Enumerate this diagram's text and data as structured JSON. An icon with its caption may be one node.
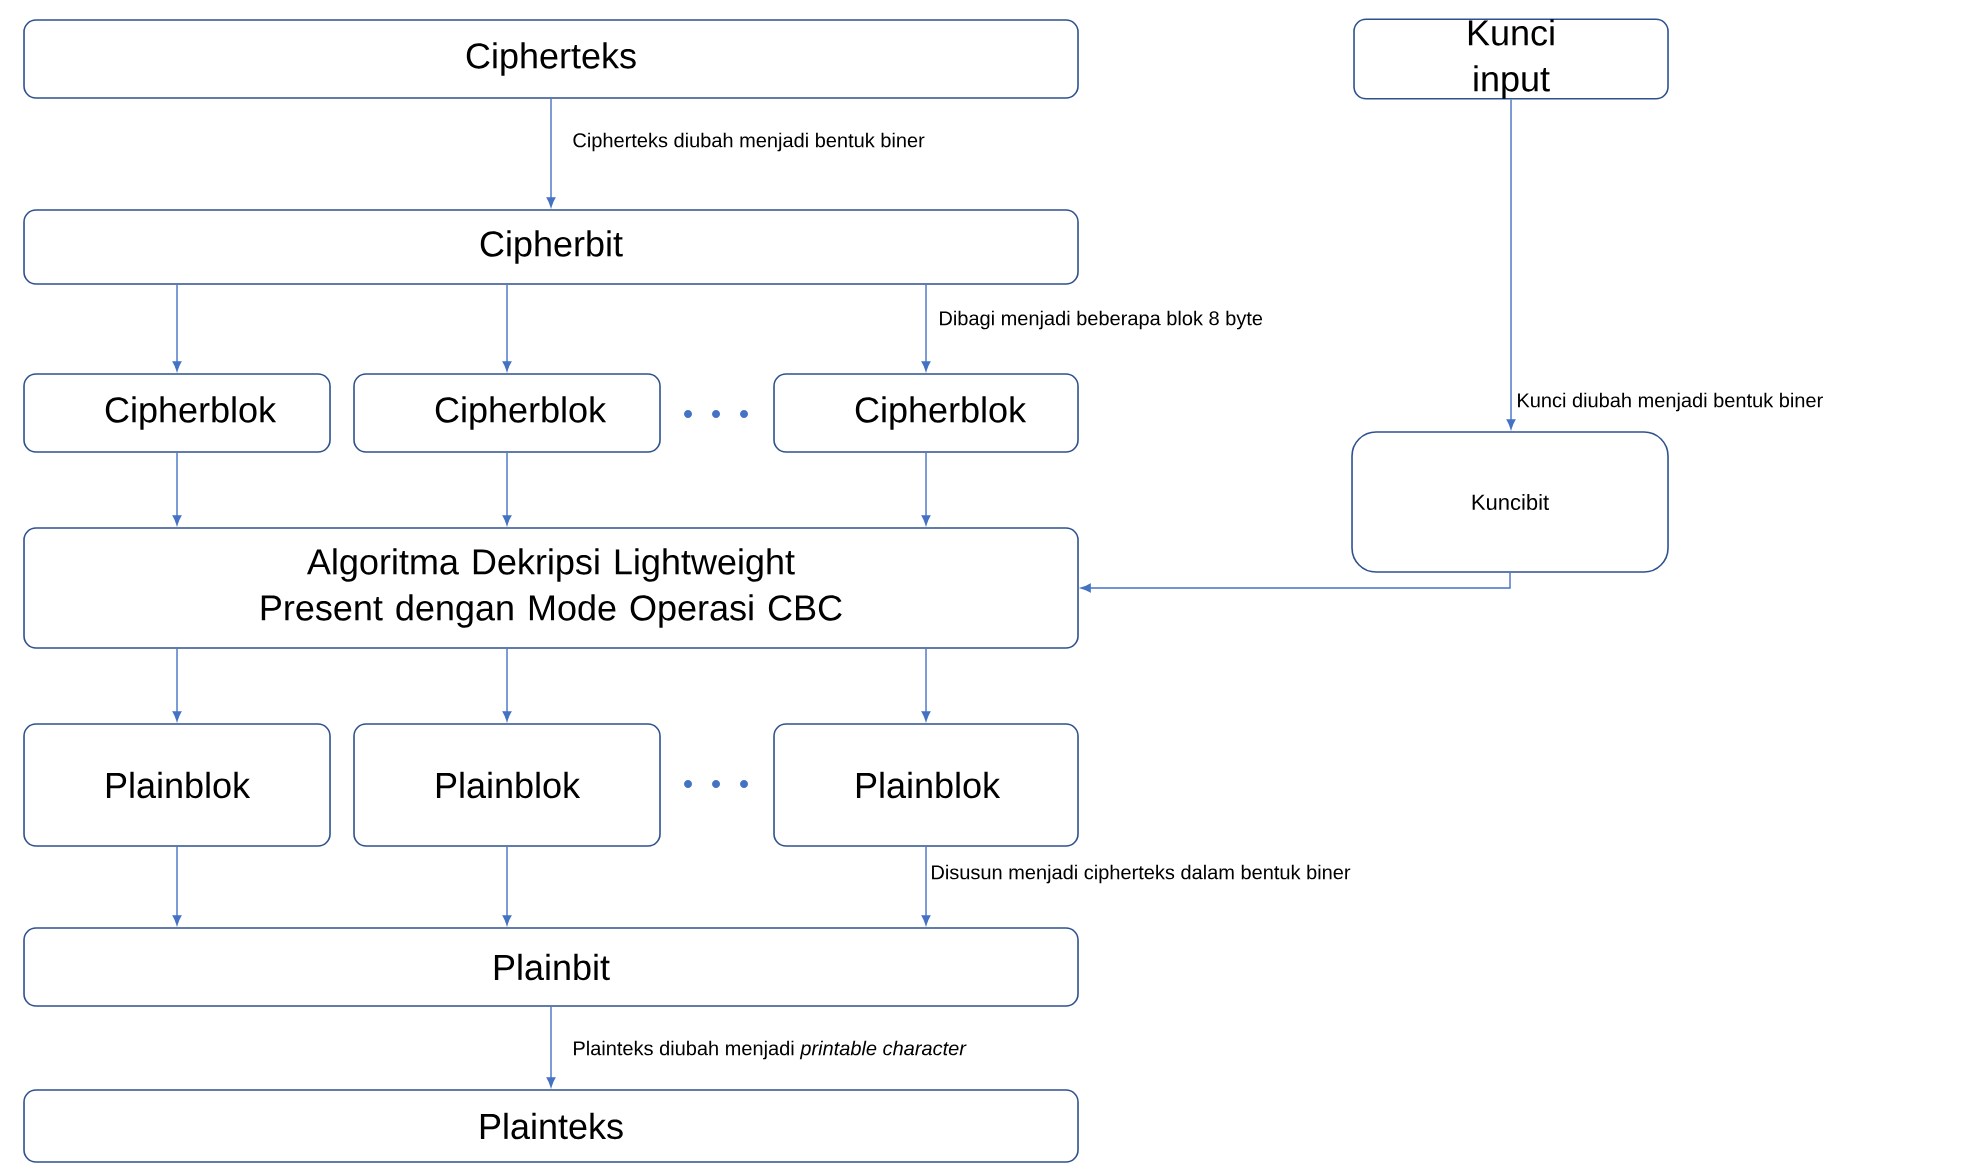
{
  "diagram": {
    "nodes": [
      {
        "text": [
          "Cipherteks"
        ]
      },
      {
        "text": [
          "Kunci input"
        ]
      },
      {
        "text": [
          "Cipherbit"
        ]
      },
      {
        "text": [
          "Cipherblok"
        ]
      },
      {
        "text": [
          "Cipherblok"
        ]
      },
      {
        "text": [
          "Cipherblok"
        ]
      },
      {
        "text": [
          "Kuncibit"
        ]
      },
      {
        "text": [
          "Algoritma Dekripsi Lightweight Present dengan Mode Operasi CBC"
        ]
      },
      {
        "text": [
          "Plainblok"
        ]
      },
      {
        "text": [
          "Plainblok"
        ]
      },
      {
        "text": [
          "Plainblok"
        ]
      },
      {
        "text": [
          "Plainbit"
        ]
      },
      {
        "text": [
          "Plainteks"
        ]
      }
    ],
    "edges": [
      {
        "from": 0,
        "to": 2,
        "arrow": "to",
        "label": "Cipherteks diubah menjadi bentuk biner"
      },
      {
        "from": 2,
        "to": 3,
        "arrow": "to"
      },
      {
        "from": 2,
        "to": 4,
        "arrow": "to"
      },
      {
        "from": 2,
        "to": 5,
        "arrow": "to",
        "label": "Dibagi menjadi beberapa blok 8 byte"
      },
      {
        "from": 1,
        "to": 6,
        "arrow": "to",
        "label": "Kunci diubah menjadi bentuk biner"
      },
      {
        "from": 3,
        "to": 7,
        "arrow": "to"
      },
      {
        "from": 4,
        "to": 7,
        "arrow": "to"
      },
      {
        "from": 5,
        "to": 7,
        "arrow": "to"
      },
      {
        "from": 6,
        "to": 7,
        "arrow": "to"
      },
      {
        "from": 7,
        "to": 8,
        "arrow": "to"
      },
      {
        "from": 7,
        "to": 9,
        "arrow": "to"
      },
      {
        "from": 7,
        "to": 10,
        "arrow": "to"
      },
      {
        "from": 8,
        "to": 11,
        "arrow": "to"
      },
      {
        "from": 9,
        "to": 11,
        "arrow": "to"
      },
      {
        "from": 10,
        "to": 11,
        "arrow": "to",
        "label": "Disusun menjadi cipherteks dalam bentuk biner"
      },
      {
        "from": 11,
        "to": 12,
        "arrow": "to",
        "label": "Plainteks diubah menjadi *printable character*"
      }
    ]
  }
}
